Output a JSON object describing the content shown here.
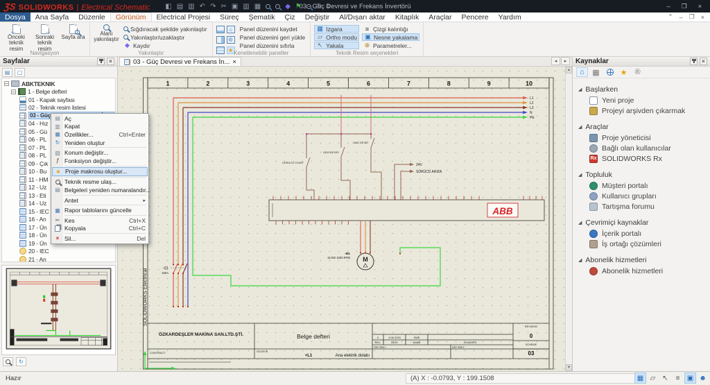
{
  "window": {
    "brand": "SOLIDWORKS",
    "brand_sub": "Electrical Schematic",
    "title": "03 - Güç Devresi ve Frekans İnvertörü",
    "controls": {
      "minimize": "–",
      "restore": "❐",
      "close": "×"
    }
  },
  "menubar": {
    "items": [
      {
        "label": "Dosya",
        "style": "file"
      },
      {
        "label": "Ana Sayfa"
      },
      {
        "label": "Düzenle"
      },
      {
        "label": "Görünüm",
        "style": "active"
      },
      {
        "label": "Electrical Projesi"
      },
      {
        "label": "Süreç"
      },
      {
        "label": "Şematik"
      },
      {
        "label": "Çiz"
      },
      {
        "label": "Değiştir"
      },
      {
        "label": "Al/Dışarı aktar"
      },
      {
        "label": "Kitaplık"
      },
      {
        "label": "Araçlar"
      },
      {
        "label": "Pencere"
      },
      {
        "label": "Yardım"
      }
    ]
  },
  "ribbon": {
    "groups": [
      {
        "label": "Navigasyon",
        "buttons": [
          {
            "label": "Önceki teknik resim",
            "icon": "previous-drawing-icon"
          },
          {
            "label": "Sonraki teknik resim",
            "icon": "next-drawing-icon"
          },
          {
            "label": "Sayfa ara",
            "icon": "search-page-icon"
          }
        ]
      },
      {
        "label": "Yakınlaştır",
        "big": {
          "label": "Alanı yakınlaştır",
          "icon": "zoom-area-icon"
        },
        "items": [
          {
            "label": "Sığdıracak şekilde yakınlaştır",
            "icon": "zoom-fit-icon"
          },
          {
            "label": "Yakınlaştır/uzaklaştır",
            "icon": "zoom-inout-icon"
          },
          {
            "label": "Kaydır",
            "icon": "pan-icon"
          }
        ]
      },
      {
        "label": "Kenetlenebilir paneller",
        "items": [
          {
            "label": "Panel düzenini kaydet"
          },
          {
            "label": "Panel düzenini geri yükle"
          },
          {
            "label": "Panel düzenini sıfırla"
          }
        ]
      },
      {
        "label": "Teknik Resim seçenekleri",
        "toggles": [
          {
            "label": "Izgara",
            "icon": "grid-icon",
            "active": true
          },
          {
            "label": "Ortho modu",
            "icon": "ortho-icon",
            "active": true
          },
          {
            "label": "Yakala",
            "icon": "snap-icon",
            "active": true
          },
          {
            "label": "Çizgi kalınlığı",
            "icon": "line-weight-icon",
            "active": false
          },
          {
            "label": "Nesne yakalama",
            "icon": "object-snap-icon",
            "active": true
          },
          {
            "label": "Parametreler...",
            "icon": "parameters-icon",
            "active": false
          }
        ]
      }
    ]
  },
  "sidebar": {
    "title": "Sayfalar",
    "tree": {
      "root": "ABKTEKNIK",
      "book": "1 - Belge defteri",
      "pages": [
        {
          "label": "01 - Kapak sayfası",
          "icon": "cover-page-icon"
        },
        {
          "label": "02 - Teknik resim listesi",
          "icon": "list-page-icon"
        },
        {
          "label": "03 - Güç Devresi ve Frekans İnvertörü",
          "icon": "drawing-page-icon",
          "selected": true
        },
        {
          "label": "04 - Hız",
          "icon": "drawing-page-icon"
        },
        {
          "label": "05 - Gü",
          "icon": "drawing-page-icon"
        },
        {
          "label": "06 - PL",
          "icon": "drawing-page-icon"
        },
        {
          "label": "07 - PL",
          "icon": "drawing-page-icon"
        },
        {
          "label": "08 - PL",
          "icon": "drawing-page-icon"
        },
        {
          "label": "09 - Çık",
          "icon": "drawing-page-icon"
        },
        {
          "label": "10 - Bu",
          "icon": "drawing-page-icon"
        },
        {
          "label": "11 - HM",
          "icon": "drawing-page-icon"
        },
        {
          "label": "12 - Uz",
          "icon": "drawing-page-icon"
        },
        {
          "label": "13 - Eti",
          "icon": "drawing-page-icon"
        },
        {
          "label": "14 - Uz",
          "icon": "drawing-page-icon"
        },
        {
          "label": "15 - IEC",
          "icon": "table-page-icon"
        },
        {
          "label": "16 - An",
          "icon": "table-page-icon"
        },
        {
          "label": "17 - Ün",
          "icon": "table-page-icon"
        },
        {
          "label": "18 - Ün",
          "icon": "table-page-icon"
        },
        {
          "label": "19 - Ün",
          "icon": "table-page-icon"
        },
        {
          "label": "20 - IEC",
          "icon": "datasheet-page-icon"
        },
        {
          "label": "21 - An",
          "icon": "datasheet-page-icon"
        }
      ]
    }
  },
  "document_tab": {
    "label": "03 - Güç Devresi ve Frekans İn...",
    "close": "×"
  },
  "context_menu": {
    "items": [
      {
        "label": "Aç",
        "icon": "open-doc-icon"
      },
      {
        "label": "Kapat",
        "icon": "close-doc-icon"
      },
      {
        "label": "Özellikler...",
        "shortcut": "Ctrl+Enter",
        "icon": "properties-icon"
      },
      {
        "label": "Yeniden oluştur",
        "icon": "rebuild-icon",
        "sep": true
      },
      {
        "label": "Konum değiştir...",
        "icon": "location-icon"
      },
      {
        "label": "Fonksiyon değiştir...",
        "icon": "function-icon",
        "sep": true
      },
      {
        "label": "Proje makrosu oluştur...",
        "icon": "macro-icon",
        "highlighted": true,
        "sep": true
      },
      {
        "label": "Teknik resme ulaş...",
        "icon": "goto-drawing-icon"
      },
      {
        "label": "Belgeleri yeniden numaralandır...",
        "icon": "renumber-icon",
        "sep": true
      },
      {
        "label": "Antet",
        "submenu": true,
        "sep": true
      },
      {
        "label": "Rapor tablolarını güncelle",
        "icon": "report-update-icon",
        "sep": true
      },
      {
        "label": "Kes",
        "shortcut": "Ctrl+X",
        "icon": "cut-icon"
      },
      {
        "label": "Kopyala",
        "shortcut": "Ctrl+C",
        "icon": "copy-icon",
        "sep": true
      },
      {
        "label": "Sil...",
        "shortcut": "Del",
        "icon": "delete-icon"
      }
    ]
  },
  "schematic": {
    "columns": [
      "1",
      "2",
      "3",
      "4",
      "5",
      "6",
      "7",
      "8",
      "9",
      "10"
    ],
    "side_text": "SOLIDWORKS Electrical",
    "bus_labels": [
      "L1",
      "L2",
      "L3",
      "N",
      "PE"
    ],
    "breaker_ref": "-Q1",
    "breaker_rating": "160A",
    "motor_ref": "-M1",
    "motor_symbol": "M",
    "motor_spec": "15 kW 1000 RPM",
    "inverter_brand": "ABB",
    "control_labels": [
      "SÜRÜCÜ START",
      "1500 DEVİR",
      "1650 DEVİR"
    ],
    "signal_labels": [
      "24V",
      "SÜRÜCÜ ARIZA"
    ],
    "title_block": {
      "company": "ÖZKARDEŞLER MAKİNA SAN.LTD.ŞTİ.",
      "doc_title": "Belge defteri",
      "contract_label": "CONTRACT:",
      "location_label": "LOCATION",
      "location_value": "+L1",
      "cabinet": "Ana elektrik dolabı",
      "revision_label": "REVISION",
      "revision_value": "0",
      "scheme_label": "SCHEME",
      "scheme_value": "03",
      "rev_number": "0",
      "rev_date": "4.06.2020",
      "rev_name": "SWE",
      "col_rev": "REV.",
      "col_date": "DATE",
      "col_name": "NAME",
      "col_changes": "CHANGES",
      "user_data_1": "User data 1",
      "user_data_2": "User data 2"
    }
  },
  "resources": {
    "title": "Kaynaklar",
    "sections": [
      {
        "label": "Başlarken",
        "items": [
          {
            "label": "Yeni proje",
            "icon": "new-project-icon"
          },
          {
            "label": "Projeyi arşivden çıkarmak",
            "icon": "unarchive-project-icon"
          }
        ]
      },
      {
        "label": "Araçlar",
        "items": [
          {
            "label": "Proje yöneticisi",
            "icon": "project-manager-icon"
          },
          {
            "label": "Bağlı olan kullanıcılar",
            "icon": "connected-users-icon"
          },
          {
            "label": "SOLIDWORKS Rx",
            "icon": "solidworks-rx-icon"
          }
        ]
      },
      {
        "label": "Topluluk",
        "items": [
          {
            "label": "Müşteri portalı",
            "icon": "customer-portal-icon"
          },
          {
            "label": "Kullanıcı grupları",
            "icon": "user-groups-icon"
          },
          {
            "label": "Tartışma forumu",
            "icon": "discussion-forum-icon"
          }
        ]
      },
      {
        "label": "Çevrimiçi kaynaklar",
        "items": [
          {
            "label": "İçerik portalı",
            "icon": "content-portal-icon"
          },
          {
            "label": "İş ortağı çözümleri",
            "icon": "partner-solutions-icon"
          }
        ]
      },
      {
        "label": "Abonelik hizmetleri",
        "items": [
          {
            "label": "Abonelik hizmetleri",
            "icon": "subscription-services-icon"
          }
        ]
      }
    ]
  },
  "statusbar": {
    "ready": "Hazır",
    "coords": "(A) X : -0.0793, Y : 199.1508"
  }
}
